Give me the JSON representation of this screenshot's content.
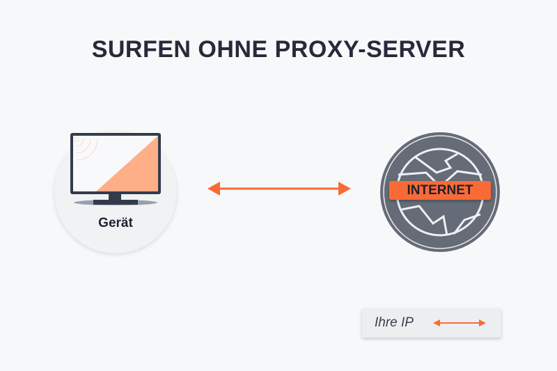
{
  "title": "SURFEN OHNE PROXY-SERVER",
  "device": {
    "label": "Gerät",
    "icon": "monitor-icon"
  },
  "internet": {
    "label": "INTERNET",
    "icon": "globe-icon"
  },
  "legend": {
    "label": "Ihre IP"
  },
  "colors": {
    "accent": "#f96b36",
    "dark": "#333b4b",
    "globe": "#656c78",
    "screen_fill": "#ffaf88"
  }
}
